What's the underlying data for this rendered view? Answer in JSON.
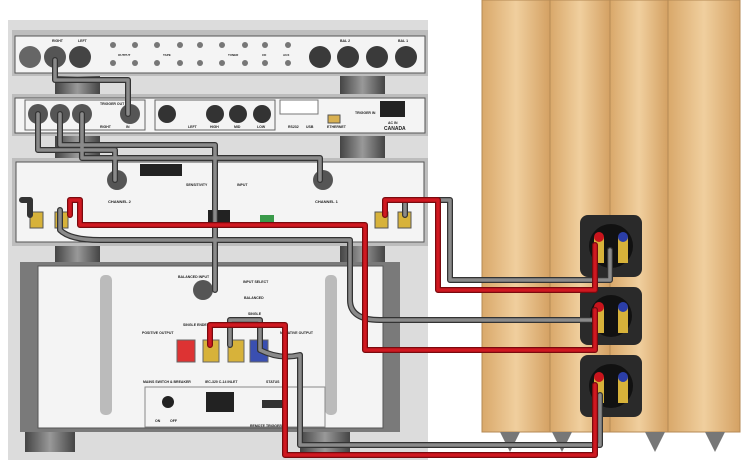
{
  "preamp": {
    "labels": [
      "RIGHT",
      "LEFT",
      "OUTPUT",
      "TAPE",
      "TUNER",
      "CD",
      "AUX",
      "BAL 2",
      "BAL 1"
    ]
  },
  "crossover": {
    "trigger_out": "TRIGGER OUT",
    "right": "RIGHT",
    "in": "IN",
    "left": "LEFT",
    "high": "HIGH",
    "mid": "MID",
    "low": "LOW",
    "rs232": "RS232",
    "usb": "USB",
    "ethernet": "ETHERNET",
    "trigger_in": "TRIGGER IN",
    "ac_in": "AC IN",
    "canada": "CANADA"
  },
  "stereo_amp": {
    "channel2": "CHANNEL 2",
    "channel1": "CHANNEL 1",
    "sensitivity": "SENSITIVITY",
    "input": "INPUT"
  },
  "mono_amp": {
    "balanced_input": "BALANCED INPUT",
    "input_select": "INPUT SELECT",
    "balanced": "BALANCED",
    "single": "SINGLE",
    "single_ended_input": "SINGLE ENDED INPUT",
    "positive_output": "POSITIVE OUTPUT",
    "negative_output": "NEGATIVE OUTPUT",
    "mains": "MAINS SWITCH & BREAKER",
    "iec": "IEC-320 C-14 INLET",
    "status": "STATUS",
    "on": "ON",
    "off": "OFF",
    "remote_trigger": "REMOTE TRIGGER"
  },
  "colors": {
    "red_cable": "#c8141c",
    "gray_cable": "#6e6e6e",
    "wood": "#e6c08c",
    "terminal": "#2a2a2a",
    "gold": "#d7b23a"
  }
}
